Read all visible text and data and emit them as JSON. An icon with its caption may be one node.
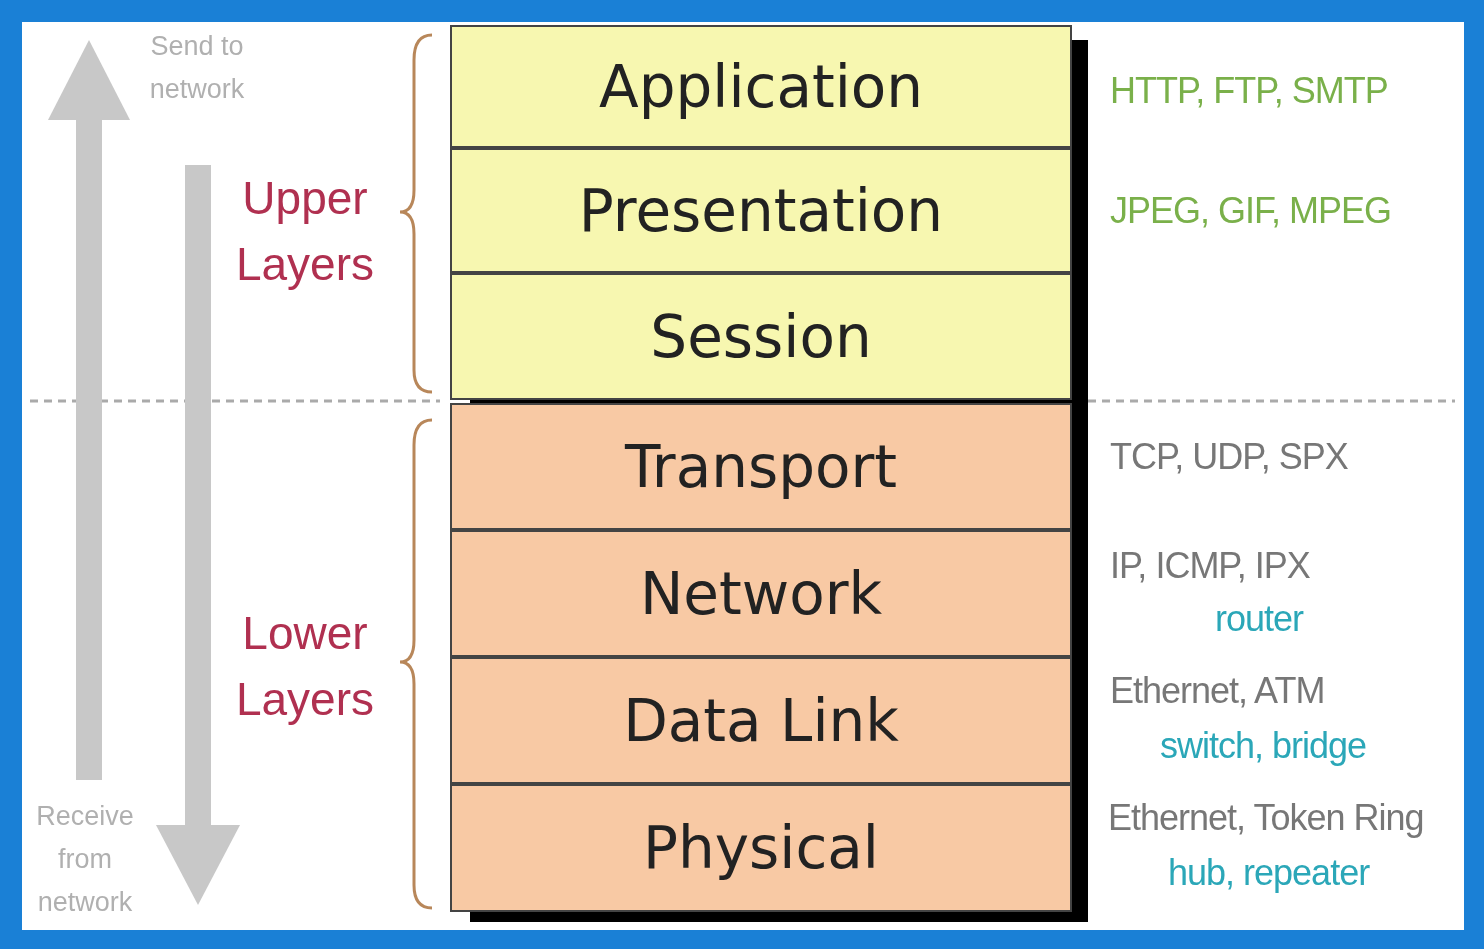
{
  "diagram": {
    "nodes": [
      {
        "text": [
          "Application"
        ],
        "beside": [
          "HTTP, FTP, SMTP"
        ]
      },
      {
        "text": [
          "Presentation"
        ],
        "beside": [
          "JPEG, GIF, MPEG"
        ]
      },
      {
        "text": [
          "Session"
        ]
      },
      {
        "text": [
          "Transport"
        ],
        "beside": [
          "TCP, UDP, SPX"
        ]
      },
      {
        "text": [
          "Network"
        ],
        "beside": [
          "IP, ICMP, IPX",
          "router"
        ]
      },
      {
        "text": [
          "Data Link"
        ],
        "beside": [
          "Ethernet, ATM",
          "switch, bridge"
        ]
      },
      {
        "text": [
          "Physical"
        ],
        "beside": [
          "Ethernet, Token Ring",
          "hub, repeater"
        ]
      }
    ],
    "labels": [
      "Send to network",
      "Upper Layers",
      "Lower Layers",
      "Receive from network"
    ]
  }
}
